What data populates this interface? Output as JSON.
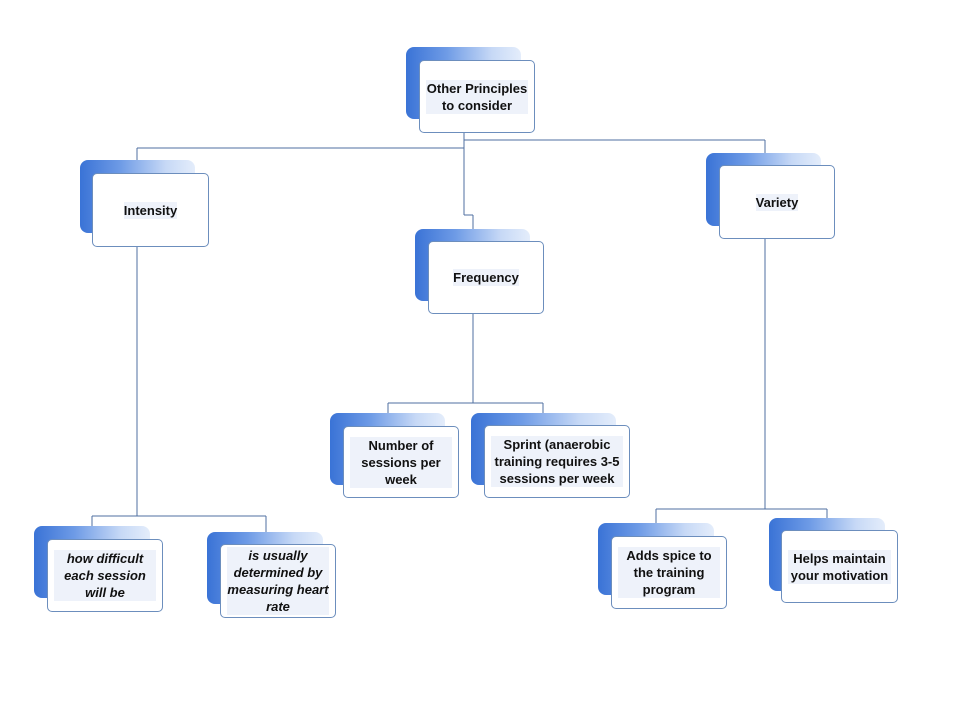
{
  "root": {
    "label": "Other Principles to consider"
  },
  "branches": {
    "intensity": {
      "label": "Intensity",
      "children": [
        "how difficult each session will be",
        "is usually determined by measuring heart rate"
      ]
    },
    "frequency": {
      "label": "Frequency",
      "children": [
        "Number of sessions per week",
        "Sprint (anaerobic training requires 3-5 sessions per week"
      ]
    },
    "variety": {
      "label": "Variety",
      "children": [
        "Adds spice to the training program",
        "Helps maintain your motivation"
      ]
    }
  },
  "colors": {
    "gradient_start": "#3a73d6",
    "gradient_end": "#e4edfb",
    "connector": "#4f6fa0",
    "card_border": "#6c8ebd"
  }
}
